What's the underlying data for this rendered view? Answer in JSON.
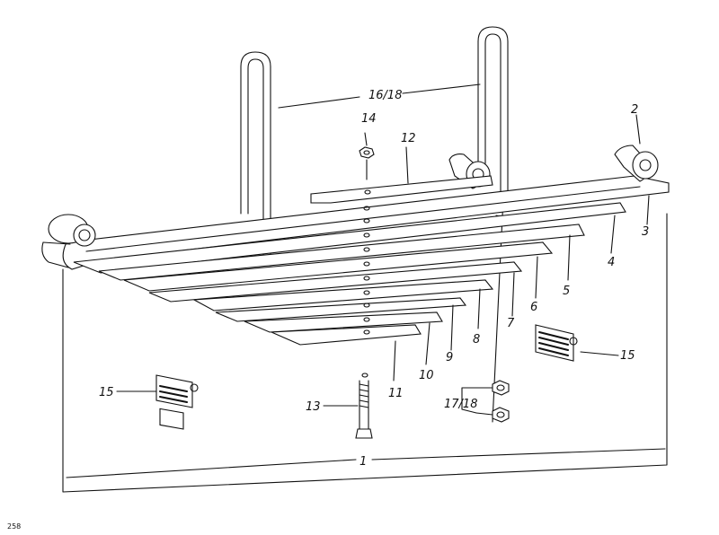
{
  "diagram": {
    "part_labels": {
      "p1": "1",
      "p2": "2",
      "p3": "3",
      "p4": "4",
      "p5": "5",
      "p6": "6",
      "p7": "7",
      "p8": "8",
      "p9": "9",
      "p10": "10",
      "p11": "11",
      "p12": "12",
      "p13": "13",
      "p14": "14",
      "p15_left": "15",
      "p15_right": "15",
      "p16_18": "16/18",
      "p17_18": "17/18"
    },
    "page_number": "258"
  }
}
